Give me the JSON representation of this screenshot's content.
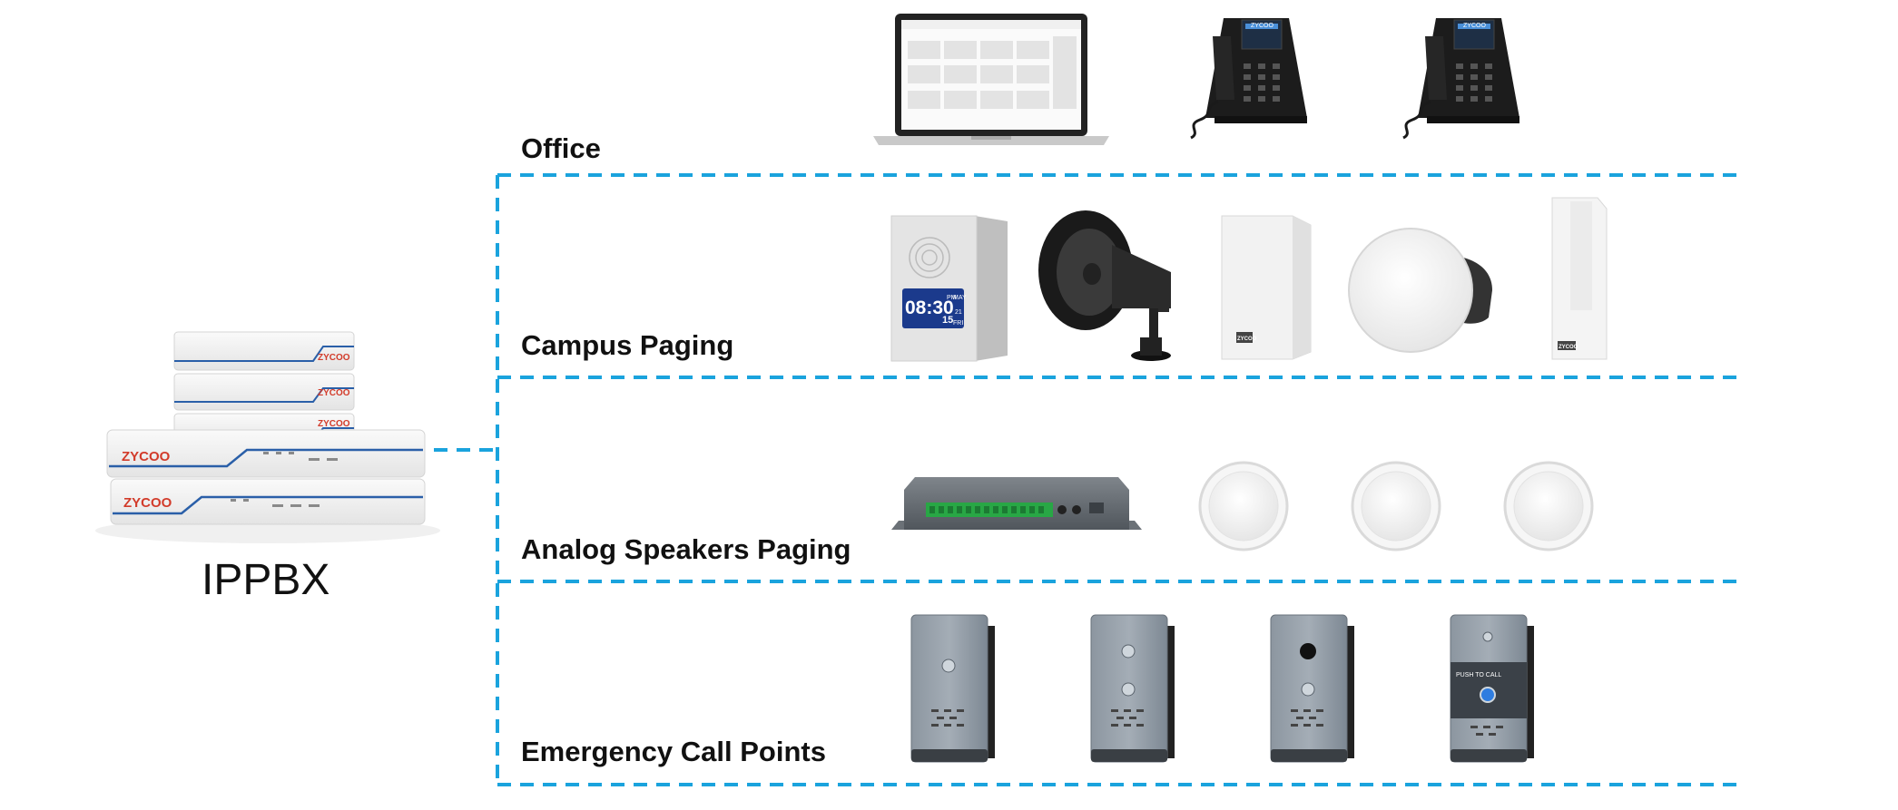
{
  "diagram": {
    "hub": {
      "label": "IPPBX",
      "brand": "ZYCOO"
    },
    "zones": [
      {
        "id": "office",
        "label": "Office",
        "devices": [
          "laptop-icon",
          "ip-phone-icon",
          "ip-phone-icon"
        ]
      },
      {
        "id": "campus-paging",
        "label": "Campus Paging",
        "devices": [
          "clock-speaker-icon",
          "horn-speaker-icon",
          "wall-speaker-icon",
          "ceiling-speaker-icon",
          "column-speaker-icon"
        ]
      },
      {
        "id": "analog-speakers-paging",
        "label": "Analog Speakers Paging",
        "devices": [
          "paging-gateway-icon",
          "ceiling-speaker-icon",
          "ceiling-speaker-icon",
          "ceiling-speaker-icon"
        ]
      },
      {
        "id": "emergency-call-points",
        "label": "Emergency Call Points",
        "devices": [
          "intercom-icon",
          "intercom-icon",
          "intercom-icon",
          "intercom-icon"
        ]
      }
    ],
    "clock_display": {
      "time": "08:30",
      "ampm": "PM",
      "month": "MAY",
      "day": "15",
      "year": "21",
      "weekday": "FRI"
    },
    "intercom_label": "PUSH TO CALL",
    "colors": {
      "connector": "#1aa3dd",
      "label": "#111111",
      "device_body": "#eeeeee",
      "panel": "#6f7a84"
    }
  }
}
